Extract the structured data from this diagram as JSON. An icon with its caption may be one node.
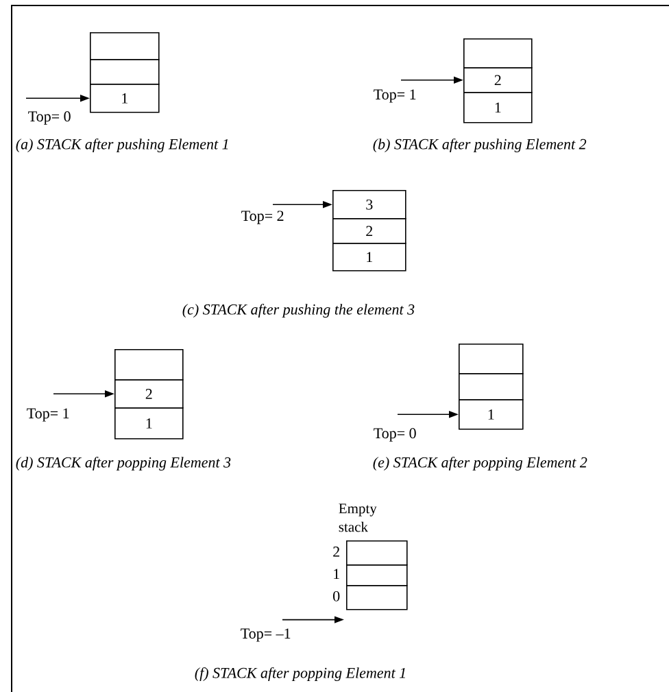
{
  "diagram": {
    "nodes": [
      {
        "text": [],
        "shape": "box"
      },
      {
        "text": [],
        "shape": "box"
      },
      {
        "text": [
          "1"
        ]
      },
      {
        "text": [],
        "shape": "box"
      },
      {
        "text": [
          "2"
        ]
      },
      {
        "text": [
          "1"
        ]
      },
      {
        "text": [
          "3"
        ]
      },
      {
        "text": [
          "2"
        ]
      },
      {
        "text": [
          "1"
        ]
      },
      {
        "text": [],
        "shape": "box"
      },
      {
        "text": [
          "2"
        ]
      },
      {
        "text": [
          "1"
        ]
      },
      {
        "text": [],
        "shape": "box"
      },
      {
        "text": [],
        "shape": "box"
      },
      {
        "text": [
          "1"
        ]
      },
      {
        "text": [],
        "shape": "box",
        "beside": [
          "2"
        ]
      },
      {
        "text": [],
        "shape": "box",
        "beside": [
          "1"
        ]
      },
      {
        "text": [],
        "shape": "box",
        "beside": [
          "0"
        ]
      }
    ],
    "edges": [
      {
        "from": null,
        "to": 2,
        "arrow": "to"
      },
      {
        "from": null,
        "to": 4,
        "arrow": "to"
      },
      {
        "from": null,
        "to": 6,
        "arrow": "to"
      },
      {
        "from": null,
        "to": 10,
        "arrow": "to"
      },
      {
        "from": null,
        "to": 14,
        "arrow": "to"
      },
      {
        "from": null,
        "to": 17,
        "arrow": "to"
      }
    ],
    "labels": [
      "Top= 0",
      "(a) STACK after pushing Element 1",
      "Top= 1",
      "(b) STACK after pushing Element 2",
      "Top= 2",
      "(c) STACK after pushing the element 3",
      "Top= 1",
      "(d) STACK after popping Element 3",
      "Top= 0",
      "(e) STACK after popping Element 2",
      "Empty stack",
      "Top= –1",
      "(f) STACK after popping Element 1"
    ]
  }
}
